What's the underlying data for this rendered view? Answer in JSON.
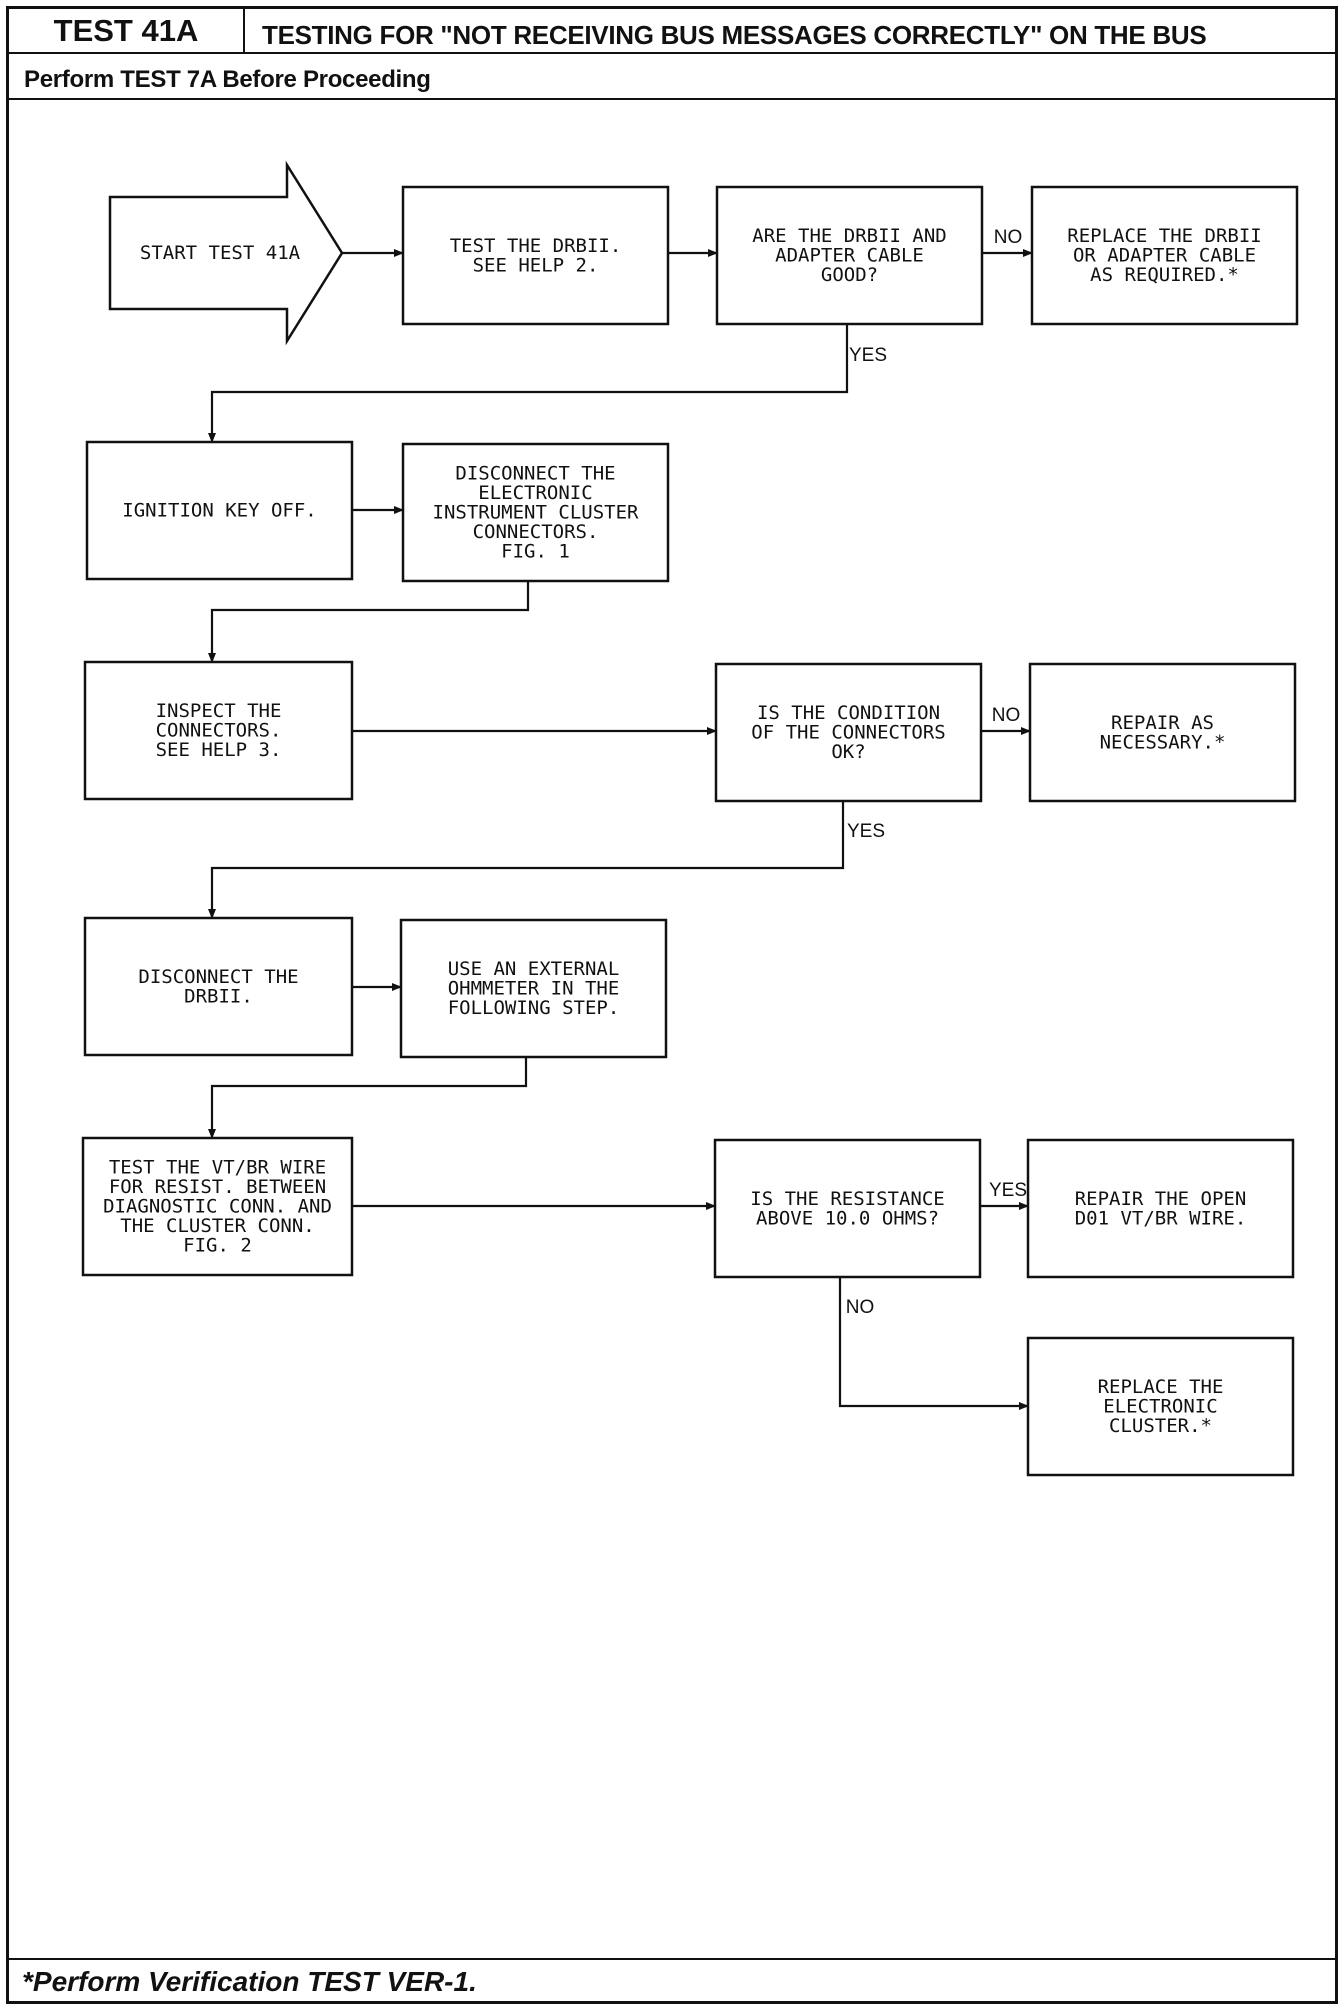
{
  "header": {
    "test_id": "TEST 41A",
    "title": "TESTING FOR \"NOT RECEIVING BUS MESSAGES CORRECTLY\" ON THE BUS",
    "prerequisite": "Perform TEST 7A Before Proceeding"
  },
  "footer": {
    "note": "*Perform Verification TEST VER-1."
  },
  "flowchart": {
    "nodes": [
      {
        "id": "start",
        "shape": "arrow",
        "lines": [
          "START TEST 41A"
        ]
      },
      {
        "id": "test-drbii",
        "shape": "box",
        "lines": [
          "TEST THE DRBII.",
          "SEE HELP 2."
        ]
      },
      {
        "id": "q-drbii-good",
        "shape": "box",
        "lines": [
          "ARE THE DRBII AND",
          "ADAPTER CABLE",
          "GOOD?"
        ]
      },
      {
        "id": "replace-drbii",
        "shape": "box",
        "lines": [
          "REPLACE THE DRBII",
          "OR ADAPTER CABLE",
          "AS REQUIRED.*"
        ]
      },
      {
        "id": "ignition-off",
        "shape": "box",
        "lines": [
          "IGNITION KEY OFF."
        ]
      },
      {
        "id": "disconnect-cluster",
        "shape": "box",
        "lines": [
          "DISCONNECT THE",
          "ELECTRONIC",
          "INSTRUMENT CLUSTER",
          "CONNECTORS.",
          "FIG. 1"
        ]
      },
      {
        "id": "inspect-connectors",
        "shape": "box",
        "lines": [
          "INSPECT THE",
          "CONNECTORS.",
          "SEE HELP 3."
        ]
      },
      {
        "id": "q-connectors-ok",
        "shape": "box",
        "lines": [
          "IS THE CONDITION",
          "OF THE CONNECTORS",
          "OK?"
        ]
      },
      {
        "id": "repair-necessary",
        "shape": "box",
        "lines": [
          "REPAIR AS",
          "NECESSARY.*"
        ]
      },
      {
        "id": "disconnect-drbii",
        "shape": "box",
        "lines": [
          "DISCONNECT THE",
          "DRBII."
        ]
      },
      {
        "id": "use-ohmmeter",
        "shape": "box",
        "lines": [
          "USE AN EXTERNAL",
          "OHMMETER IN THE",
          "FOLLOWING STEP."
        ]
      },
      {
        "id": "test-wire",
        "shape": "box",
        "lines": [
          "TEST THE VT/BR WIRE",
          "FOR RESIST. BETWEEN",
          "DIAGNOSTIC CONN. AND",
          "THE CLUSTER CONN.",
          "FIG. 2"
        ]
      },
      {
        "id": "q-resistance",
        "shape": "box",
        "lines": [
          "IS THE RESISTANCE",
          "ABOVE 10.0 OHMS?"
        ]
      },
      {
        "id": "repair-open",
        "shape": "box",
        "lines": [
          "REPAIR THE OPEN",
          "D01 VT/BR WIRE."
        ]
      },
      {
        "id": "replace-cluster",
        "shape": "box",
        "lines": [
          "REPLACE THE",
          "ELECTRONIC",
          "CLUSTER.*"
        ]
      }
    ],
    "edges": [
      {
        "from": "start",
        "to": "test-drbii",
        "label": ""
      },
      {
        "from": "test-drbii",
        "to": "q-drbii-good",
        "label": ""
      },
      {
        "from": "q-drbii-good",
        "to": "replace-drbii",
        "label": "NO"
      },
      {
        "from": "q-drbii-good",
        "to": "ignition-off",
        "label": "YES"
      },
      {
        "from": "ignition-off",
        "to": "disconnect-cluster",
        "label": ""
      },
      {
        "from": "disconnect-cluster",
        "to": "inspect-connectors",
        "label": ""
      },
      {
        "from": "inspect-connectors",
        "to": "q-connectors-ok",
        "label": ""
      },
      {
        "from": "q-connectors-ok",
        "to": "repair-necessary",
        "label": "NO"
      },
      {
        "from": "q-connectors-ok",
        "to": "disconnect-drbii",
        "label": "YES"
      },
      {
        "from": "disconnect-drbii",
        "to": "use-ohmmeter",
        "label": ""
      },
      {
        "from": "use-ohmmeter",
        "to": "test-wire",
        "label": ""
      },
      {
        "from": "test-wire",
        "to": "q-resistance",
        "label": ""
      },
      {
        "from": "q-resistance",
        "to": "repair-open",
        "label": "YES"
      },
      {
        "from": "q-resistance",
        "to": "replace-cluster",
        "label": "NO"
      }
    ]
  }
}
